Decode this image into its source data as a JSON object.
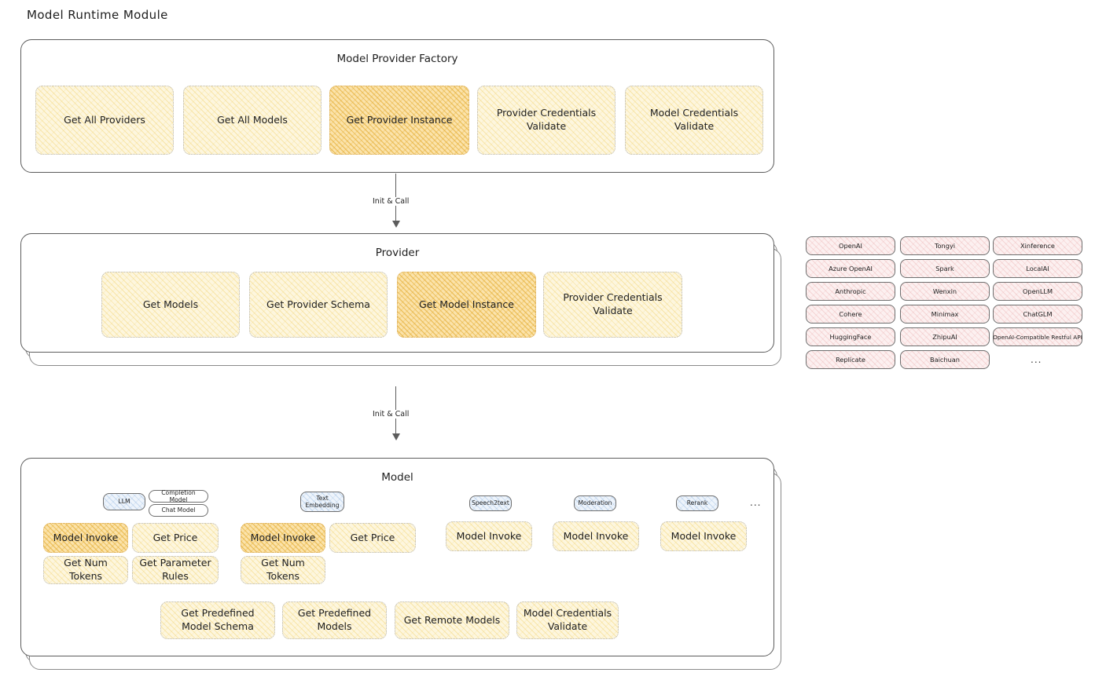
{
  "page": {
    "title": "Model Runtime Module"
  },
  "factory": {
    "title": "Model Provider Factory",
    "boxes": [
      {
        "label": "Get All Providers",
        "highlight": false
      },
      {
        "label": "Get All Models",
        "highlight": false
      },
      {
        "label": "Get Provider Instance",
        "highlight": true
      },
      {
        "label": "Provider Credentials Validate",
        "highlight": false
      },
      {
        "label": "Model Credentials Validate",
        "highlight": false
      }
    ]
  },
  "arrows": [
    {
      "label": "Init & Call"
    },
    {
      "label": "Init & Call"
    }
  ],
  "provider": {
    "title": "Provider",
    "boxes": [
      {
        "label": "Get Models",
        "highlight": false
      },
      {
        "label": "Get Provider Schema",
        "highlight": false
      },
      {
        "label": "Get Model Instance",
        "highlight": true
      },
      {
        "label": "Provider Credentials Validate",
        "highlight": false
      }
    ]
  },
  "provider_list": {
    "columns": [
      {
        "items": [
          "OpenAI",
          "Azure OpenAI",
          "Anthropic",
          "Cohere",
          "HuggingFace",
          "Replicate"
        ]
      },
      {
        "items": [
          "Tongyi",
          "Spark",
          "Wenxin",
          "Minimax",
          "ZhipuAI",
          "Baichuan"
        ]
      },
      {
        "items": [
          "Xinference",
          "LocalAI",
          "OpenLLM",
          "ChatGLM",
          "OpenAI-Compatible Restful API"
        ]
      }
    ],
    "more": "..."
  },
  "model": {
    "title": "Model",
    "more": "...",
    "types": [
      {
        "tag": "LLM",
        "subtags": [
          "Completion Model",
          "Chat Model"
        ],
        "methods": [
          {
            "label": "Model Invoke",
            "highlight": true
          },
          {
            "label": "Get Price",
            "highlight": false
          },
          {
            "label": "Get Num Tokens",
            "highlight": false
          },
          {
            "label": "Get Parameter Rules",
            "highlight": false
          }
        ]
      },
      {
        "tag": "Text Embedding",
        "subtags": [],
        "methods": [
          {
            "label": "Model Invoke",
            "highlight": true
          },
          {
            "label": "Get Price",
            "highlight": false
          },
          {
            "label": "Get Num Tokens",
            "highlight": false
          }
        ]
      },
      {
        "tag": "Speech2text",
        "subtags": [],
        "methods": [
          {
            "label": "Model Invoke",
            "highlight": false
          }
        ]
      },
      {
        "tag": "Moderation",
        "subtags": [],
        "methods": [
          {
            "label": "Model Invoke",
            "highlight": false
          }
        ]
      },
      {
        "tag": "Rerank",
        "subtags": [],
        "methods": [
          {
            "label": "Model Invoke",
            "highlight": false
          }
        ]
      }
    ],
    "common_methods": [
      {
        "label": "Get Predefined Model Schema"
      },
      {
        "label": "Get Predefined Models"
      },
      {
        "label": "Get Remote Models"
      },
      {
        "label": "Model Credentials Validate"
      }
    ]
  },
  "colors": {
    "highlight_fill": "#fbe3ab",
    "normal_fill": "#fdf6de",
    "provider_chip_fill": "#fcf0f0",
    "tag_fill": "#eef4fb",
    "stroke": "#5c5c5c",
    "text": "#1e1e1e"
  }
}
